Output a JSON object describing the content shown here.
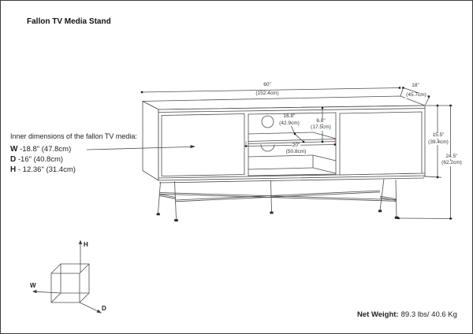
{
  "title": "Fallon TV Media Stand",
  "inner_dimensions": {
    "heading": "Inner dimensions of the fallon TV media:",
    "rows": [
      {
        "axis": "W",
        "value": "-18.8\" (47.8cm)"
      },
      {
        "axis": "D",
        "value": "-16\" (40.8cm)"
      },
      {
        "axis": "H",
        "value": "- 12.36\" (31.4cm)"
      }
    ]
  },
  "dimensions": {
    "overall_width": {
      "in": "60\"",
      "cm": "(152.4cm)"
    },
    "overall_depth": {
      "in": "18\"",
      "cm": "(45.7cm)"
    },
    "cabinet_height": {
      "in": "15.5\"",
      "cm": "(39.4cm)"
    },
    "overall_height": {
      "in": "24.5\"",
      "cm": "(62.2cm)"
    },
    "shelf_depth": {
      "in": "16.8\"",
      "cm": "(42.9cm)"
    },
    "opening_height": {
      "in": "6.8\"",
      "cm": "(17.5cm)"
    },
    "opening_width": {
      "in": "20\"",
      "cm": "(50.8cm)"
    }
  },
  "axis_cube": {
    "up": "H",
    "left": "W",
    "front": "D"
  },
  "net_weight": {
    "label": "Net Weight:",
    "value": "89.3 lbs/ 40.6 Kg"
  },
  "colors": {
    "line": "#4d4d4d",
    "tick_accent": "#d98b8b",
    "text": "#222222"
  }
}
